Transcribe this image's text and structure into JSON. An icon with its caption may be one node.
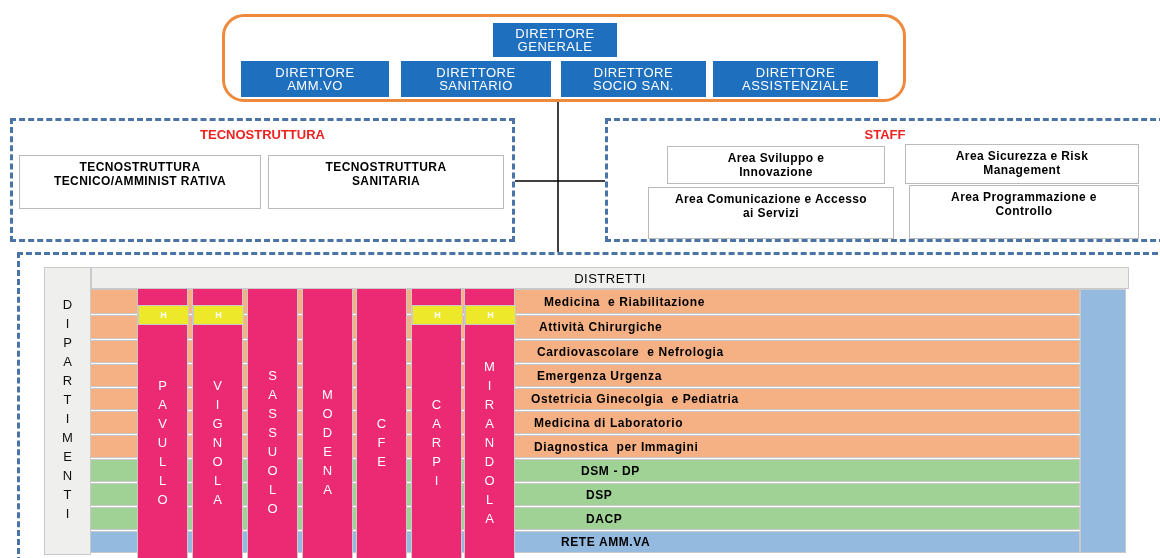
{
  "diagram": {
    "nodes": [
      {
        "text": [],
        "shape": "box"
      },
      {
        "text": [
          "DIRETTORE GENERALE"
        ],
        "in": 0
      },
      {
        "text": [
          "DIRETTORE AMM.VO"
        ],
        "in": 0
      },
      {
        "text": [
          "DIRETTORE SANITARIO"
        ],
        "in": 0
      },
      {
        "text": [
          "DIRETTORE SOCIO SAN."
        ],
        "in": 0
      },
      {
        "text": [
          "DIRETTORE ASSISTENZIALE"
        ],
        "in": 0
      },
      {
        "text": [
          "TECNOSTRUTTURA"
        ]
      },
      {
        "text": [
          "TECNOSTRUTTURA TECNICO/AMMINIST RATIVA"
        ],
        "in": 6
      },
      {
        "text": [
          "TECNOSTRUTTURA SANITARIA"
        ],
        "in": 6
      },
      {
        "text": [
          "STAFF"
        ]
      },
      {
        "text": [
          "Area Sviluppo e Innovazione"
        ],
        "in": 9
      },
      {
        "text": [
          "Area Sicurezza e Risk Management"
        ],
        "in": 9
      },
      {
        "text": [
          "Area Comunicazione e Accesso ai Servizi"
        ],
        "in": 9
      },
      {
        "text": [
          "Area Programmazione e Controllo"
        ],
        "in": 9
      },
      {
        "text": [],
        "shape": "box"
      },
      {
        "text": [
          "DIPARTIMENTI"
        ],
        "in": 14
      },
      {
        "text": [
          "DISTRETTI"
        ],
        "in": 14
      },
      {
        "text": [
          "PAVULLO"
        ],
        "in": 14
      },
      {
        "text": [
          "H"
        ],
        "in": 17
      },
      {
        "text": [
          "VIGNOLA"
        ],
        "in": 14
      },
      {
        "text": [
          "H"
        ],
        "in": 19
      },
      {
        "text": [
          "SASSUOLO"
        ],
        "in": 14
      },
      {
        "text": [
          "MODENA"
        ],
        "in": 14
      },
      {
        "text": [
          "CFE"
        ],
        "in": 14
      },
      {
        "text": [
          "CARPI"
        ],
        "in": 14
      },
      {
        "text": [
          "H"
        ],
        "in": 24
      },
      {
        "text": [
          "MIRANDOLA"
        ],
        "in": 14
      },
      {
        "text": [
          "H"
        ],
        "in": 26
      },
      {
        "text": [
          "Medicina  e Riabilitazione"
        ],
        "in": 14
      },
      {
        "text": [
          "Attività Chirurgiche"
        ],
        "in": 14
      },
      {
        "text": [
          "Cardiovascolare  e Nefrologia"
        ],
        "in": 14
      },
      {
        "text": [
          "Emergenza Urgenza"
        ],
        "in": 14
      },
      {
        "text": [
          "Ostetricia Ginecolgia  e Pediatria"
        ],
        "in": 14
      },
      {
        "text": [
          "Medicina di Laboratorio"
        ],
        "in": 14
      },
      {
        "text": [
          "Diagnostica  per Immagini"
        ],
        "in": 14
      },
      {
        "text": [
          "DSM - DP"
        ],
        "in": 14
      },
      {
        "text": [
          "DSP"
        ],
        "in": 14
      },
      {
        "text": [
          "DACP"
        ],
        "in": 14
      },
      {
        "text": [
          "RETE AMM.VA"
        ],
        "in": 14
      },
      {
        "text": [],
        "shape": "bar",
        "in": 14
      }
    ],
    "edges": [
      {
        "from": 0,
        "to": 14,
        "arrow": "none"
      },
      {
        "from": 6,
        "to": 9,
        "arrow": "none"
      }
    ]
  }
}
